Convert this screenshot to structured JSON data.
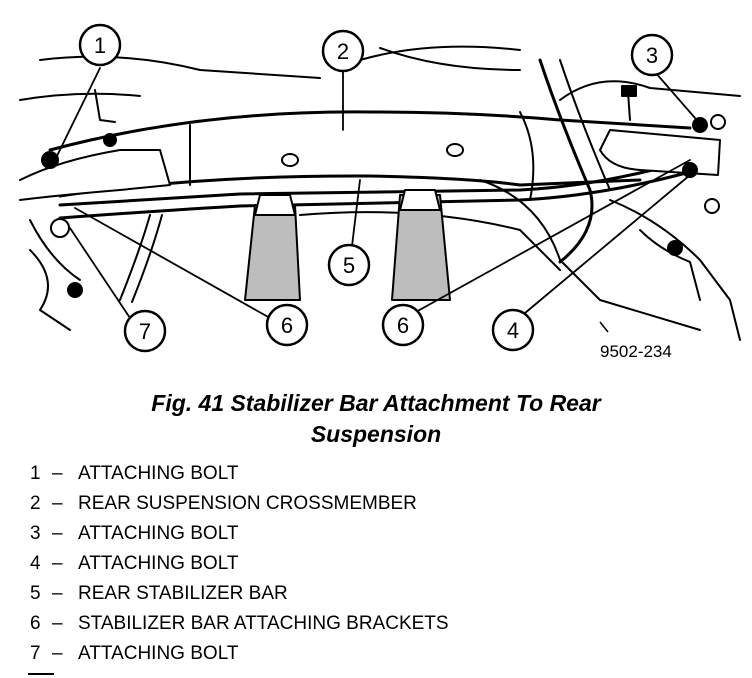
{
  "figure": {
    "callouts": [
      "1",
      "2",
      "3",
      "4",
      "5",
      "6",
      "6",
      "7"
    ],
    "code": "9502-234",
    "caption_line1": "Fig. 41 Stabilizer Bar Attachment To Rear",
    "caption_line2": "Suspension"
  },
  "legend": [
    {
      "num": "1",
      "dash": "–",
      "text": "ATTACHING BOLT"
    },
    {
      "num": "2",
      "dash": "–",
      "text": "REAR SUSPENSION CROSSMEMBER"
    },
    {
      "num": "3",
      "dash": "–",
      "text": "ATTACHING BOLT"
    },
    {
      "num": "4",
      "dash": "–",
      "text": "ATTACHING BOLT"
    },
    {
      "num": "5",
      "dash": "–",
      "text": "REAR STABILIZER BAR"
    },
    {
      "num": "6",
      "dash": "–",
      "text": "STABILIZER BAR ATTACHING BRACKETS"
    },
    {
      "num": "7",
      "dash": "–",
      "text": "ATTACHING BOLT"
    }
  ]
}
